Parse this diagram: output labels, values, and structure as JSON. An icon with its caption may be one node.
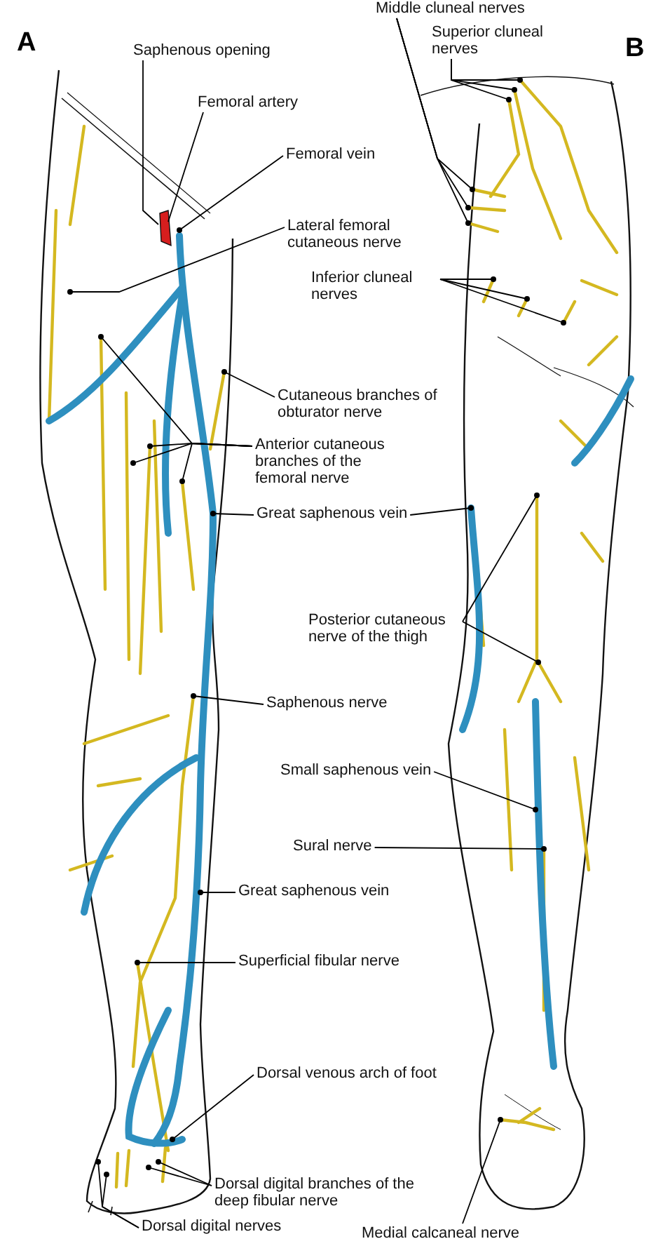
{
  "diagram": {
    "nodes": [
      {
        "text": [
          "Middle cluneal nerves"
        ]
      },
      {
        "text": [
          "Superior cluneal nerves"
        ]
      },
      {
        "text": [
          "Saphenous opening"
        ]
      },
      {
        "text": [
          "Femoral artery"
        ]
      },
      {
        "text": [
          "Femoral vein"
        ]
      },
      {
        "text": [
          "Lateral femoral cutaneous nerve"
        ]
      },
      {
        "text": [
          "Inferior cluneal nerves"
        ]
      },
      {
        "text": [
          "Cutaneous branches of obturator nerve"
        ]
      },
      {
        "text": [
          "Anterior cutaneous branches of the femoral nerve"
        ]
      },
      {
        "text": [
          "Great saphenous vein"
        ]
      },
      {
        "text": [
          "Posterior cutaneous nerve of the thigh"
        ]
      },
      {
        "text": [
          "Saphenous nerve"
        ]
      },
      {
        "text": [
          "Small saphenous vein"
        ]
      },
      {
        "text": [
          "Sural nerve"
        ]
      },
      {
        "text": [
          "Great saphenous vein"
        ]
      },
      {
        "text": [
          "Superficial fibular nerve"
        ]
      },
      {
        "text": [
          "Dorsal venous arch of foot"
        ]
      },
      {
        "text": [
          "Dorsal digital branches of the deep fibular nerve"
        ]
      },
      {
        "text": [
          "Dorsal digital nerves"
        ]
      },
      {
        "text": [
          "Medial calcaneal nerve"
        ]
      }
    ],
    "edges": [
      {
        "from": 0,
        "to": null,
        "arrow": "other"
      },
      {
        "from": 0,
        "to": null,
        "arrow": "other"
      },
      {
        "from": 0,
        "to": null,
        "arrow": "other"
      },
      {
        "from": 1,
        "to": null,
        "arrow": "other"
      },
      {
        "from": 1,
        "to": null,
        "arrow": "other"
      },
      {
        "from": 1,
        "to": null,
        "arrow": "other"
      },
      {
        "from": 2,
        "to": null,
        "arrow": "none"
      },
      {
        "from": 3,
        "to": null,
        "arrow": "none"
      },
      {
        "from": 4,
        "to": null,
        "arrow": "other"
      },
      {
        "from": 5,
        "to": null,
        "arrow": "other"
      },
      {
        "from": 6,
        "to": null,
        "arrow": "other"
      },
      {
        "from": 6,
        "to": null,
        "arrow": "other"
      },
      {
        "from": 6,
        "to": null,
        "arrow": "other"
      },
      {
        "from": 7,
        "to": null,
        "arrow": "other"
      },
      {
        "from": 8,
        "to": null,
        "arrow": "other"
      },
      {
        "from": 8,
        "to": null,
        "arrow": "other"
      },
      {
        "from": 8,
        "to": null,
        "arrow": "other"
      },
      {
        "from": 8,
        "to": null,
        "arrow": "other"
      },
      {
        "from": 9,
        "to": null,
        "arrow": "other"
      },
      {
        "from": 9,
        "to": null,
        "arrow": "other"
      },
      {
        "from": 10,
        "to": null,
        "arrow": "other"
      },
      {
        "from": 10,
        "to": null,
        "arrow": "other"
      },
      {
        "from": 11,
        "to": null,
        "arrow": "other"
      },
      {
        "from": 12,
        "to": null,
        "arrow": "other"
      },
      {
        "from": 13,
        "to": null,
        "arrow": "other"
      },
      {
        "from": 14,
        "to": null,
        "arrow": "other"
      },
      {
        "from": 15,
        "to": null,
        "arrow": "other"
      },
      {
        "from": 16,
        "to": null,
        "arrow": "other"
      },
      {
        "from": 17,
        "to": null,
        "arrow": "other"
      },
      {
        "from": 17,
        "to": null,
        "arrow": "other"
      },
      {
        "from": 18,
        "to": null,
        "arrow": "other"
      },
      {
        "from": 18,
        "to": null,
        "arrow": "other"
      },
      {
        "from": 19,
        "to": null,
        "arrow": "other"
      }
    ],
    "labels": [
      "A",
      "B"
    ]
  }
}
